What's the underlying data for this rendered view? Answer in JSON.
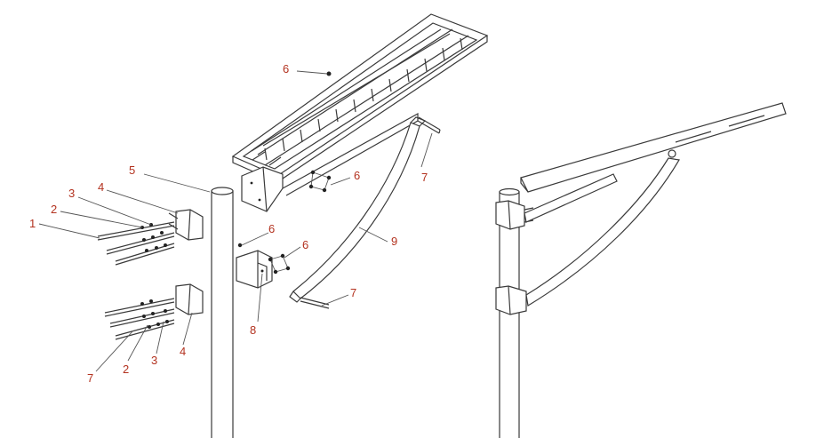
{
  "colors": {
    "line": "#3a3a3a",
    "label": "#b3321f",
    "background": "#ffffff"
  },
  "callouts": {
    "c1": "1",
    "c2a": "2",
    "c2b": "2",
    "c3a": "3",
    "c3b": "3",
    "c4a": "4",
    "c4b": "4",
    "c5": "5",
    "c6a": "6",
    "c6b": "6",
    "c6c": "6",
    "c6d": "6",
    "c7a": "7",
    "c7b": "7",
    "c7c": "7",
    "c8": "8",
    "c9": "9"
  }
}
